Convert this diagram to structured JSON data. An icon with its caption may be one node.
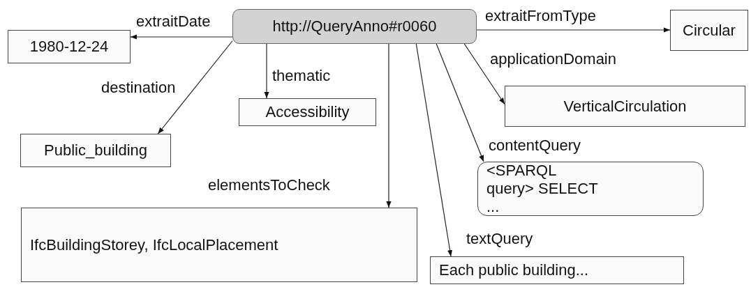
{
  "diagram": {
    "nodes": [
      {
        "text": [
          "http://QueryAnno#r0060"
        ]
      },
      {
        "text": [
          "1980-12-24"
        ]
      },
      {
        "text": [
          "Circular"
        ]
      },
      {
        "text": [
          "Accessibility"
        ]
      },
      {
        "text": [
          "VerticalCirculation"
        ]
      },
      {
        "text": [
          "Public_building"
        ]
      },
      {
        "text": [
          "<SPARQL query> SELECT ..."
        ]
      },
      {
        "text": [
          "IfcBuildingStorey, IfcLocalPlacement"
        ]
      },
      {
        "text": [
          "Each public building..."
        ]
      }
    ],
    "edges": [
      {
        "from": 0,
        "to": 1,
        "arrow": "to",
        "label": "extraitDate"
      },
      {
        "from": 0,
        "to": 2,
        "arrow": "to",
        "label": "extraitFromType"
      },
      {
        "from": 0,
        "to": 3,
        "arrow": "to",
        "label": "thematic"
      },
      {
        "from": 0,
        "to": 4,
        "arrow": "to",
        "label": "applicationDomain"
      },
      {
        "from": 0,
        "to": 5,
        "arrow": "to",
        "label": "destination"
      },
      {
        "from": 0,
        "to": 6,
        "arrow": "to",
        "label": "contentQuery"
      },
      {
        "from": 0,
        "to": 7,
        "arrow": "to",
        "label": "elementsToCheck"
      },
      {
        "from": 0,
        "to": 8,
        "arrow": "to",
        "label": "textQuery"
      }
    ]
  }
}
